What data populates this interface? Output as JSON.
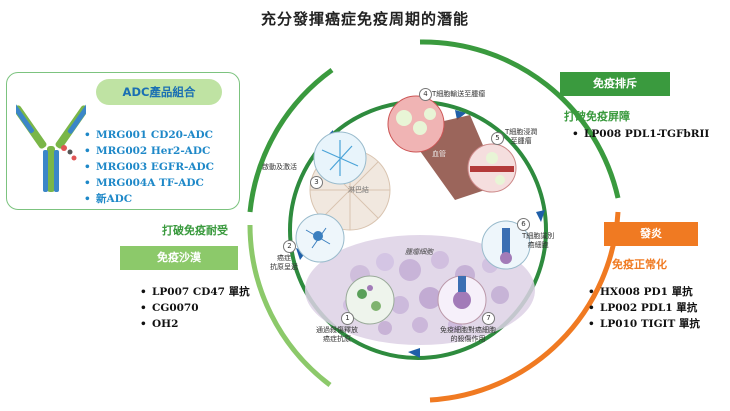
{
  "title": "充分發揮癌症免疫周期的潛能",
  "adc": {
    "heading": "ADC產品組合",
    "items": [
      "MRG001 CD20-ADC",
      "MRG002 Her2-ADC",
      "MRG003 EGFR-ADC",
      "MRG004A TF-ADC",
      "新ADC"
    ]
  },
  "left": {
    "tolerance_text": "打破免疫耐受",
    "ribbon": "免疫沙漠",
    "drugs": [
      "LP007 CD47 單抗",
      "CG0070",
      "OH2"
    ]
  },
  "top_right": {
    "ribbon": "免疫排斥",
    "sub": "打破免疫屏障",
    "drugs": [
      "LP008 PDL1-TGFbRII"
    ]
  },
  "bottom_right": {
    "ribbon": "發炎",
    "sub": "免疫正常化",
    "drugs": [
      "HX008 PD1 單抗",
      "LP002 PDL1 單抗",
      "LP010 TIGIT 單抗"
    ]
  },
  "cycle": {
    "steps": [
      {
        "num": "1",
        "label": "通過殺傷釋放\n癌症抗原"
      },
      {
        "num": "2",
        "label": "癌症\n抗原呈遞"
      },
      {
        "num": "3",
        "label": "啟動及激活"
      },
      {
        "num": "4",
        "label": "T細胞輸送至腫瘤"
      },
      {
        "num": "5",
        "label": "T細胞浸潤\n至腫瘤"
      },
      {
        "num": "6",
        "label": "T細胞識別\n癌細胞"
      },
      {
        "num": "7",
        "label": "免疫細胞對癌細胞\n的殺傷作用"
      }
    ],
    "lymph_label": "淋巴結",
    "vessel_label": "血管",
    "tumor_label": "腫瘤細胞"
  },
  "colors": {
    "green": "#3a9a3e",
    "orange": "#f07a22",
    "light_green": "#8cc96a",
    "adc_blue": "#1e88c8"
  }
}
